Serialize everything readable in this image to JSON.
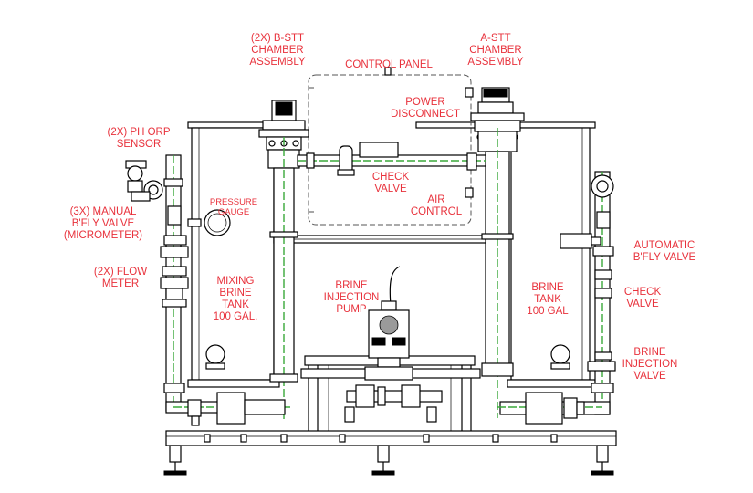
{
  "labels": {
    "b_stt": [
      "(2X) B-STT",
      "CHAMBER",
      "ASSEMBLY"
    ],
    "a_stt": [
      "A-STT",
      "CHAMBER",
      "ASSEMBLY"
    ],
    "control_panel": [
      "CONTROL PANEL"
    ],
    "power_disconnect": [
      "POWER",
      "DISCONNECT"
    ],
    "ph_orp": [
      "(2X) PH ORP",
      "SENSOR"
    ],
    "manual_bfly": [
      "(3X) MANUAL",
      "B'FLY VALVE",
      "(MICROMETER)"
    ],
    "pressure_gauge": [
      "PRESSURE",
      "GAUGE"
    ],
    "check_valve_top": [
      "CHECK",
      "VALVE"
    ],
    "air_control": [
      "AIR",
      "CONTROL"
    ],
    "flow_meter": [
      "(2X) FLOW",
      "METER"
    ],
    "mixing_tank": [
      "MIXING",
      "BRINE",
      "TANK",
      "100 GAL."
    ],
    "injection_pump": [
      "BRINE",
      "INJECTION",
      "PUMP"
    ],
    "brine_tank": [
      "BRINE",
      "TANK",
      "100 GAL"
    ],
    "auto_bfly": [
      "AUTOMATIC",
      "B'FLY VALVE"
    ],
    "check_valve_right": [
      "CHECK",
      "VALVE"
    ],
    "injection_valve": [
      "BRINE",
      "INJECTION",
      "VALVE"
    ]
  },
  "colors": {
    "label": "#e8323c",
    "pipe_centerline": "#3aa83a",
    "linework": "#000000"
  }
}
